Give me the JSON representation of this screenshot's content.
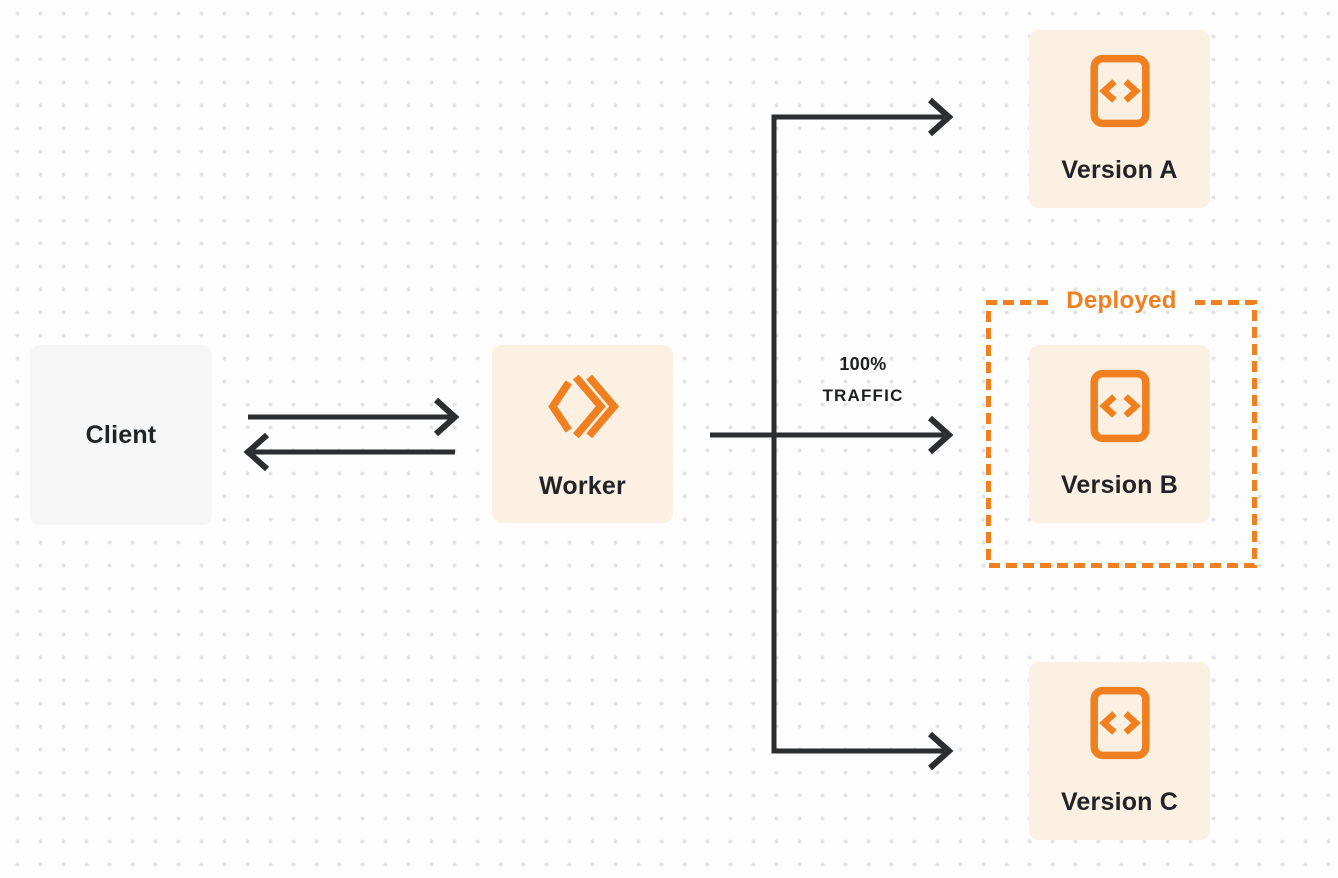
{
  "diagram": {
    "nodes": {
      "client": {
        "label": "Client"
      },
      "worker": {
        "label": "Worker"
      },
      "version_a": {
        "label": "Version A"
      },
      "version_b": {
        "label": "Version B"
      },
      "version_c": {
        "label": "Version C"
      }
    },
    "annotations": {
      "deployed_label": "Deployed",
      "traffic_line1": "100%",
      "traffic_line2": "TRAFFIC"
    },
    "colors": {
      "accent_orange": "#F0801F",
      "cream_node_bg": "#FCF0E2",
      "gray_node_bg": "#F6F6F7",
      "arrow_line": "#2B2D30",
      "label_text": "#212427",
      "page_bg": "#FDFDFD",
      "dot_grid": "#E4E4E8"
    }
  }
}
